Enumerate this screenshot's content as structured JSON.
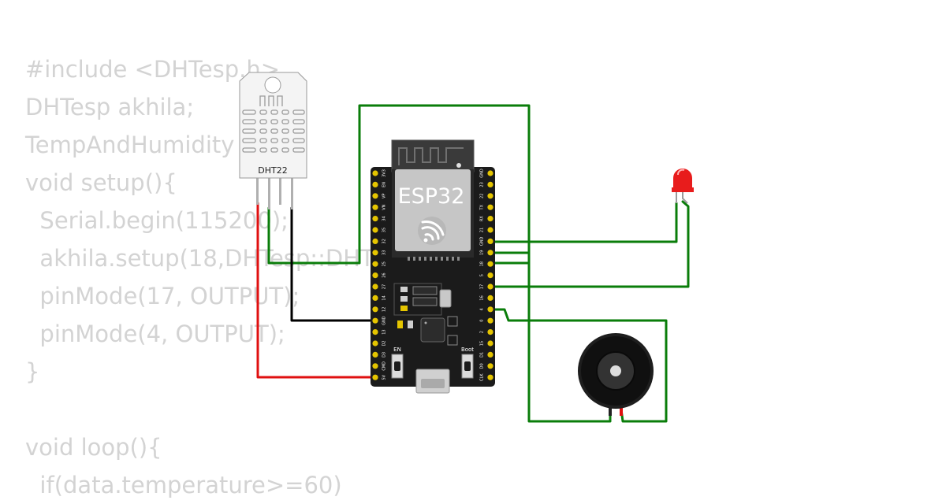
{
  "code_lines": [
    "#include <DHTesp.h>",
    "DHTesp akhila;",
    "TempAndHumidity data;",
    "void setup(){",
    "  Serial.begin(115200);",
    "  akhila.setup(18,DHTesp::DHT22);",
    "  pinMode(17, OUTPUT);",
    "  pinMode(4, OUTPUT);",
    "}",
    "",
    "void loop(){",
    "  if(data.temperature>=60)"
  ],
  "components": {
    "sensor_label": "DHT22",
    "board_label": "ESP32",
    "en_label": "EN",
    "boot_label": "Boot"
  },
  "pins": {
    "left": [
      "3V3",
      "EN",
      "VP",
      "VN",
      "34",
      "35",
      "32",
      "33",
      "25",
      "26",
      "27",
      "14",
      "12",
      "GND",
      "13",
      "D2",
      "D3",
      "CMD",
      "5V"
    ],
    "right": [
      "GND",
      "23",
      "22",
      "TX",
      "RX",
      "21",
      "GND",
      "19",
      "18",
      "5",
      "17",
      "16",
      "4",
      "0",
      "2",
      "15",
      "D1",
      "D0",
      "CLK"
    ]
  },
  "colors": {
    "code_text": "#d3d3d3",
    "wire_green": "#0a7d0a",
    "wire_black": "#000000",
    "wire_red": "#e01010",
    "board": "#1b1b1b",
    "pin_gold": "#e5c500",
    "led_red": "#e81c1c"
  }
}
